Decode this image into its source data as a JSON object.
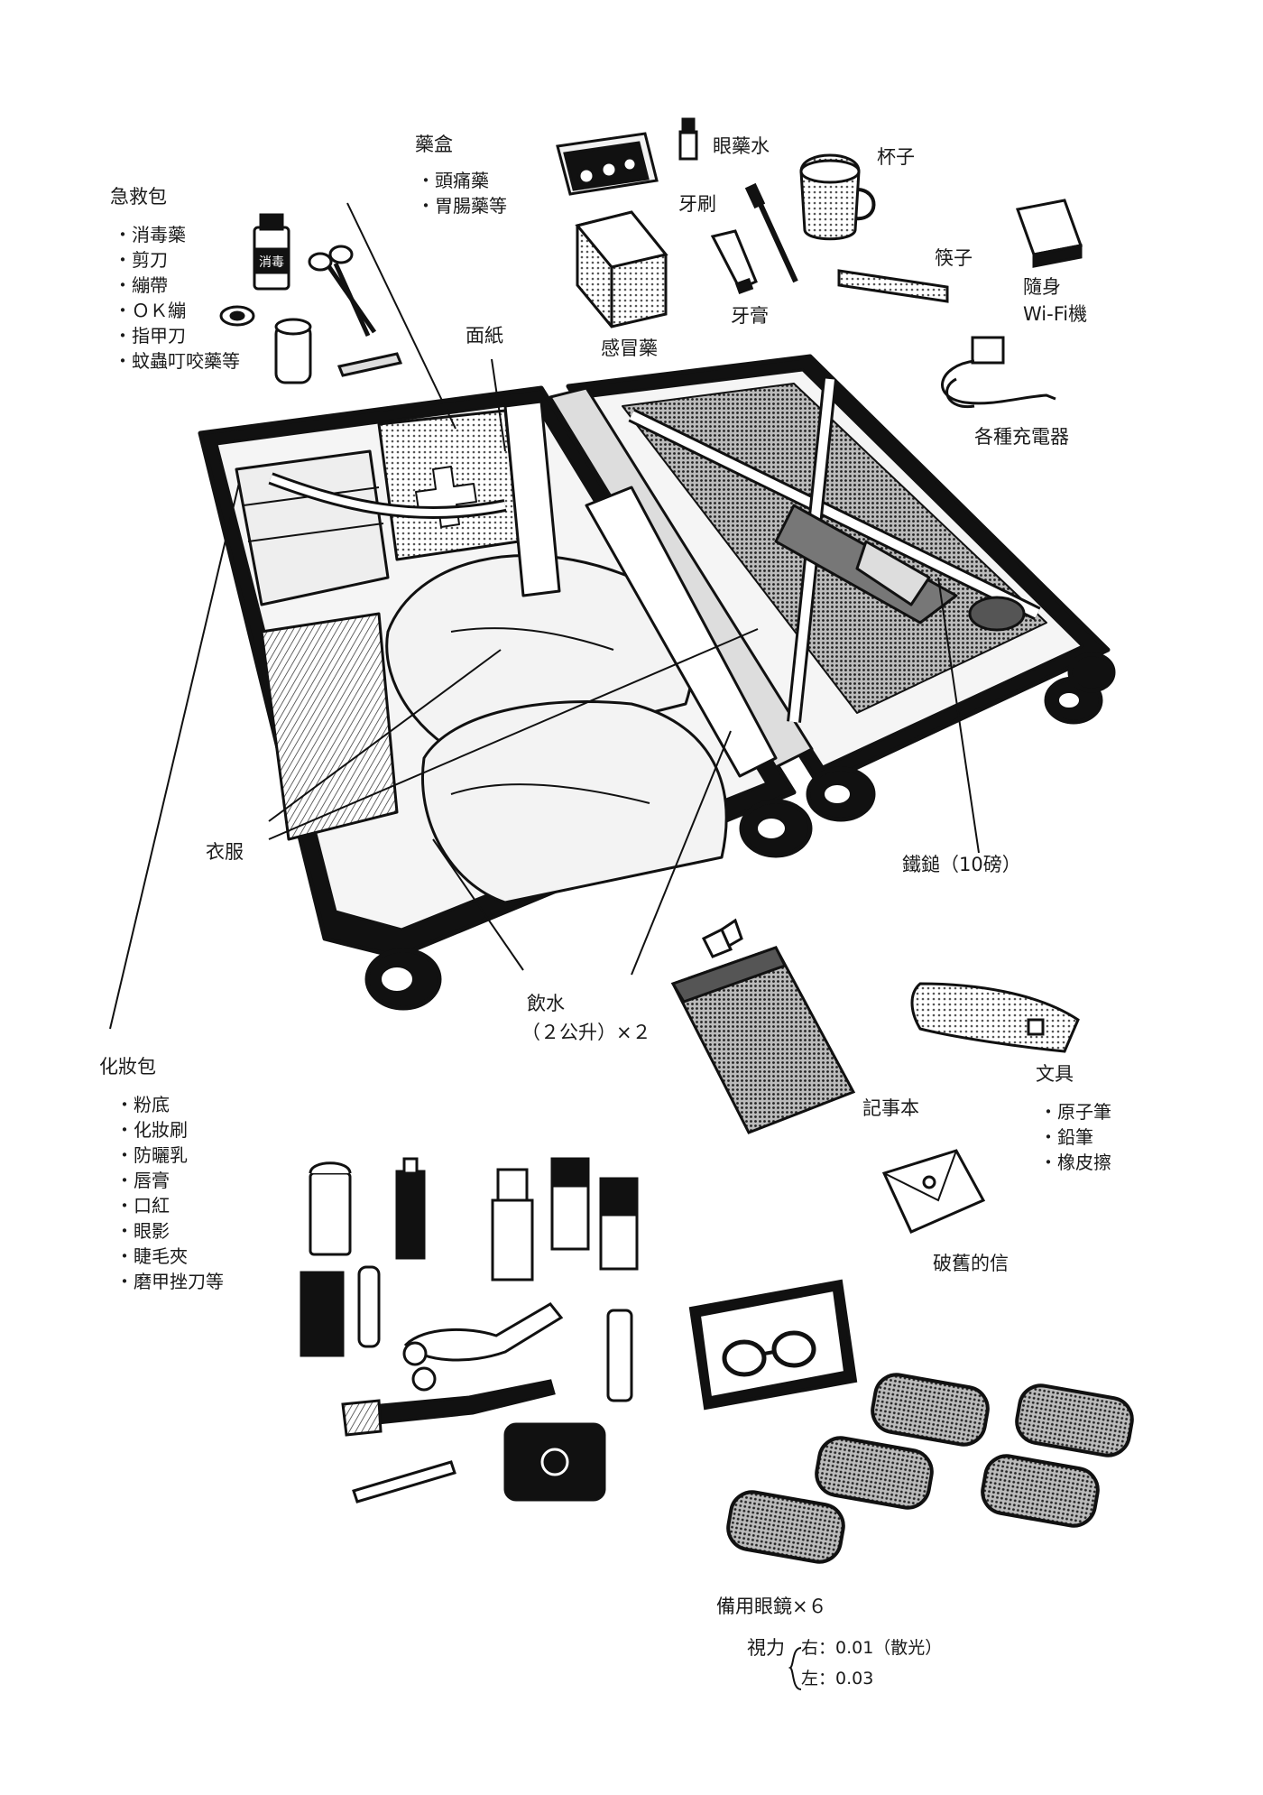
{
  "labels": {
    "medicine_box": "藥盒",
    "eye_drops": "眼藥水",
    "cup": "杯子",
    "toothbrush": "牙刷",
    "first_aid_kit": "急救包",
    "chopsticks": "筷子",
    "wifi_line1": "隨身",
    "wifi_line2": "Wi-Fi機",
    "toothpaste": "牙膏",
    "tissues": "面紙",
    "cold_medicine": "感冒藥",
    "chargers": "各種充電器",
    "clothes": "衣服",
    "dumbbell": "鐵鎚（10磅）",
    "water_line1": "飲水",
    "water_line2": "（２公升）×２",
    "makeup_bag": "化妝包",
    "notebook": "記事本",
    "stationery": "文具",
    "old_letter": "破舊的信",
    "spare_glasses": "備用眼鏡×６",
    "eyesight_label": "視力",
    "eyesight_right": "右：0.01（散光）",
    "eyesight_left": "左：0.03"
  },
  "lists": {
    "medicine_box": [
      "頭痛藥",
      "胃腸藥等"
    ],
    "first_aid_kit": [
      "消毒藥",
      "剪刀",
      "繃帶",
      "ＯＫ繃",
      "指甲刀",
      "蚊蟲叮咬藥等"
    ],
    "makeup_bag": [
      "粉底",
      "化妝刷",
      "防曬乳",
      "唇膏",
      "口紅",
      "眼影",
      "睫毛夾",
      "磨甲挫刀等"
    ],
    "stationery": [
      "原子筆",
      "鉛筆",
      "橡皮擦"
    ]
  },
  "illustration_text": {
    "disinfectant_label": "消毒"
  }
}
